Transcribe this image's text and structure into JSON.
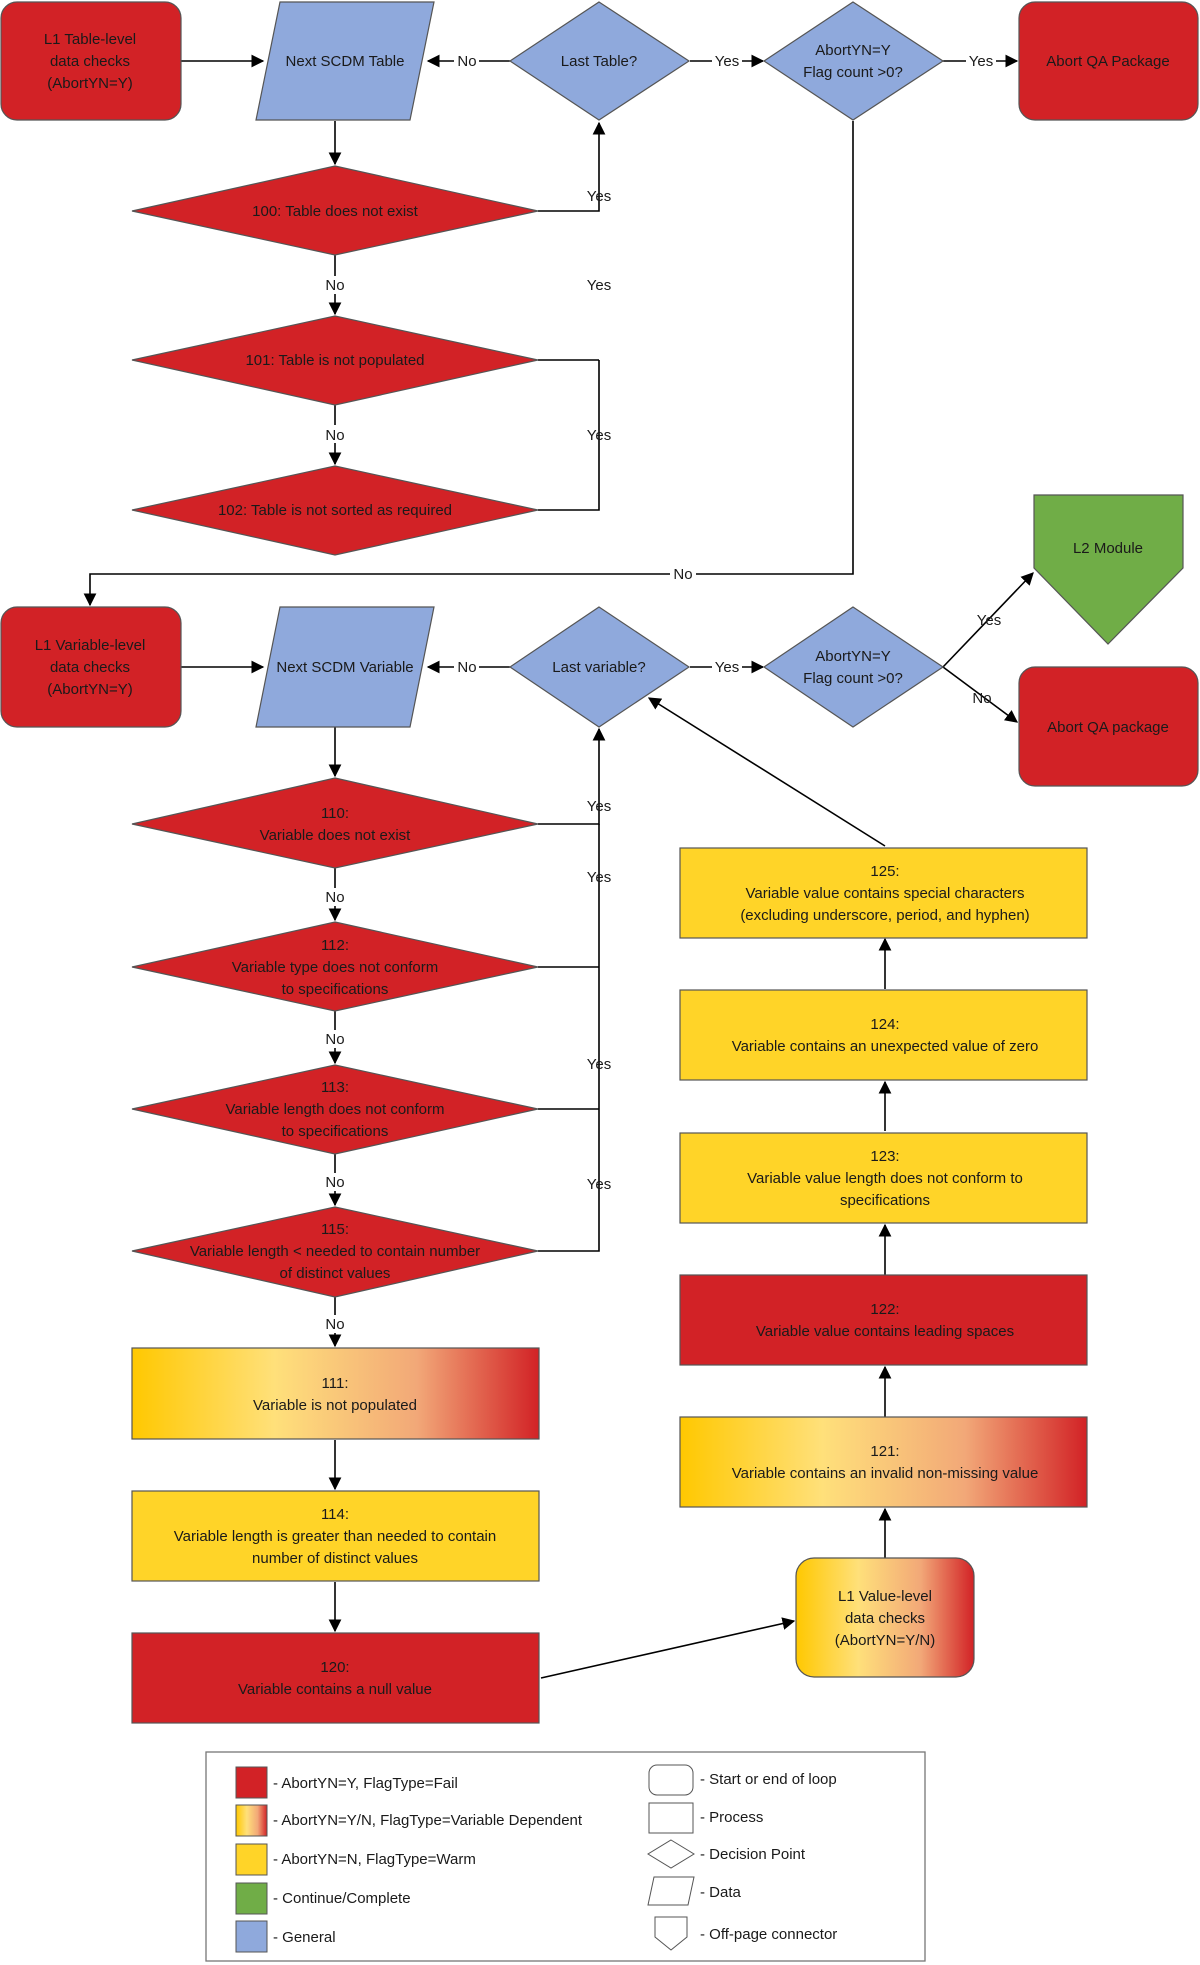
{
  "colors": {
    "red": "#d22226",
    "blue": "#8fa9dc",
    "yellow": "#ffd428",
    "green": "#70ad47",
    "stroke": "#555555",
    "line": "#000000"
  },
  "nodes": {
    "l1_table": [
      "L1 Table-level",
      "data checks",
      "(AbortYN=Y)"
    ],
    "next_table": [
      "Next SCDM Table"
    ],
    "last_table": [
      "Last Table?"
    ],
    "abort_check_1": [
      "AbortYN=Y",
      "Flag count >0?"
    ],
    "abort_qa_1": [
      "Abort QA Package"
    ],
    "d100": [
      "100: Table does not exist"
    ],
    "d101": [
      "101: Table is not populated"
    ],
    "d102": [
      "102: Table is not sorted as required"
    ],
    "l2_module": [
      "L2 Module"
    ],
    "l1_variable": [
      "L1 Variable-level",
      "data checks",
      "(AbortYN=Y)"
    ],
    "next_variable": [
      "Next SCDM Variable"
    ],
    "last_variable": [
      "Last variable?"
    ],
    "abort_check_2": [
      "AbortYN=Y",
      "Flag count >0?"
    ],
    "abort_qa_2": [
      "Abort QA package"
    ],
    "d110": [
      "110:",
      "Variable does not exist"
    ],
    "d112": [
      "112:",
      "Variable type does not conform",
      "to specifications"
    ],
    "d113": [
      "113:",
      "Variable length does not conform",
      "to specifications"
    ],
    "d115": [
      "115:",
      "Variable length < needed to contain number",
      "of distinct values"
    ],
    "p111": [
      "111:",
      "Variable is not populated"
    ],
    "p114": [
      "114:",
      "Variable length is greater than needed to contain",
      "number of distinct values"
    ],
    "p120": [
      "120:",
      "Variable contains a null value"
    ],
    "l1_value": [
      "L1 Value-level",
      "data checks",
      "(AbortYN=Y/N)"
    ],
    "p121": [
      "121:",
      "Variable contains an invalid non-missing value"
    ],
    "p122": [
      "122:",
      "Variable value contains leading spaces"
    ],
    "p123": [
      "123:",
      "Variable value length does not conform to",
      "specifications"
    ],
    "p124": [
      "124:",
      "Variable contains an unexpected value of zero"
    ],
    "p125": [
      "125:",
      "Variable value contains special characters",
      "(excluding underscore, period, and hyphen)"
    ]
  },
  "edge_labels": {
    "yes": "Yes",
    "no": "No"
  },
  "legend": {
    "colors": [
      {
        "label": "- AbortYN=Y, FlagType=Fail"
      },
      {
        "label": "- AbortYN=Y/N, FlagType=Variable Dependent"
      },
      {
        "label": "- AbortYN=N, FlagType=Warm"
      },
      {
        "label": "- Continue/Complete"
      },
      {
        "label": "- General"
      }
    ],
    "shapes": [
      {
        "label": "- Start or end of loop"
      },
      {
        "label": "- Process"
      },
      {
        "label": "- Decision Point"
      },
      {
        "label": "- Data"
      },
      {
        "label": "- Off-page connector"
      }
    ]
  }
}
